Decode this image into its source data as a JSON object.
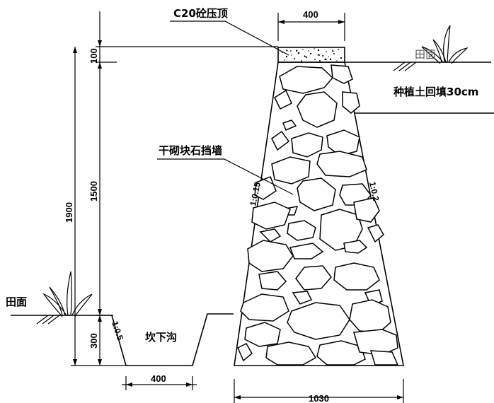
{
  "labels": {
    "cap": "C20砼压顶",
    "field_right": "田面",
    "backfill": "种植土回填30cm",
    "wall": "干砌块石挡墙",
    "field_left": "田面",
    "ditch": "坎下沟"
  },
  "slopes": {
    "front": "1:0.15",
    "back": "1:0.2",
    "ditch": "1:0.5"
  },
  "dimensions": {
    "cap_width": "400",
    "cap_height": "100",
    "wall_exposed": "1500",
    "total_height": "1900",
    "ditch_depth": "300",
    "ditch_bottom": "400",
    "base_width": "1030"
  },
  "icons": [
    "grass-icon",
    "grass-icon",
    "ground-hatch-icon",
    "ground-hatch-icon"
  ]
}
